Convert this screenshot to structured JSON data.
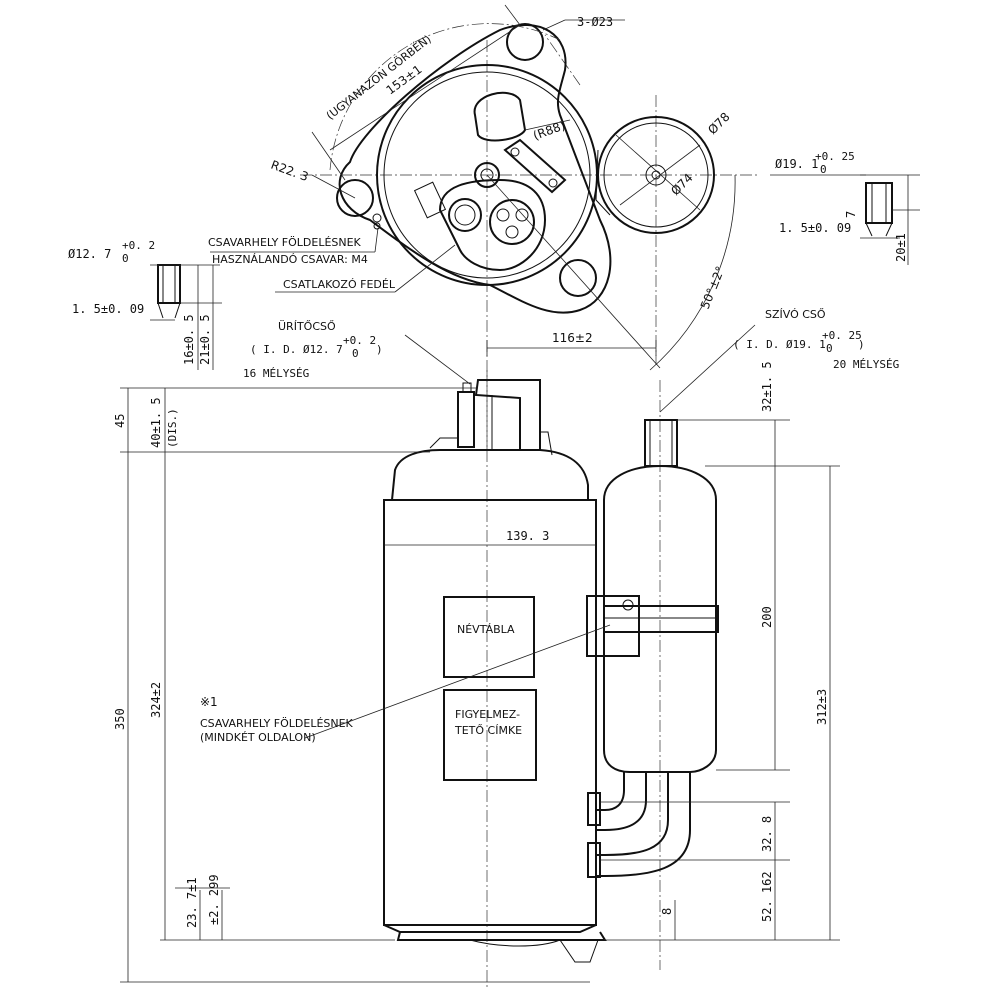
{
  "top_view": {
    "same_arc": "(UGYANAZON GÖRBÉN)",
    "pitch": "153±1",
    "holes": "3-Ø23",
    "radius_r88": "(R88)",
    "dia_78": "Ø78",
    "dia_74": "Ø74",
    "r22": "R22. 3",
    "angle": "50°±2°",
    "offset_116": "116±2"
  },
  "callouts": {
    "ground_screw_line1": "CSAVARHELY FÖLDELÉSNEK",
    "ground_screw_line2": "HASZNÁLANDÓ CSAVAR: M4",
    "terminal_cover": "CSATLAKOZÓ FEDÉL",
    "discharge_pipe": "ÜRÍTŐCSŐ",
    "discharge_id": "( I. D. Ø12. 7",
    "discharge_tol_top": "+0. 2",
    "discharge_tol_bottom": "0",
    "discharge_close": ")",
    "discharge_depth": "16  MÉLYSÉG",
    "suction_pipe": "SZÍVÓ CSŐ",
    "suction_id": "( I. D. Ø19. 1",
    "suction_tol_top": "+0. 25",
    "suction_tol_bottom": "0",
    "suction_close": ")",
    "suction_depth": "20  MÉLYSÉG",
    "nameplate": "NÉVTÁBLA",
    "warning_line1": "FIGYELMEZ-",
    "warning_line2": "TETŐ CÍMKE",
    "note_mark": "※1",
    "ground_both_line1": "CSAVARHELY FÖLDELÉSNEK",
    "ground_both_line2": "(MINDKÉT OLDALON)"
  },
  "pipe_detail_left": {
    "dia": "Ø12. 7",
    "tol_top": "+0. 2",
    "tol_bottom": "0",
    "wall": "1. 5±0. 09",
    "len1": "16±0. 5",
    "len2": "21±0. 5"
  },
  "pipe_detail_right": {
    "dia": "Ø19. 1",
    "tol_top": "+0. 25",
    "tol_bottom": "0",
    "wall": "1. 5±0. 09",
    "len1": "7",
    "len2": "20±1"
  },
  "dimensions": {
    "d45": "45",
    "d40": "40±1. 5",
    "dis": "(DIS.)",
    "d350": "350",
    "d324": "324±2",
    "d23": "23. 7±1",
    "d2299": "±2. 299",
    "d139": "139. 3",
    "d32_15": "32±1. 5",
    "d200": "200",
    "d312": "312±3",
    "d328": "32. 8",
    "d52": "52. 162",
    "d8": "8"
  }
}
